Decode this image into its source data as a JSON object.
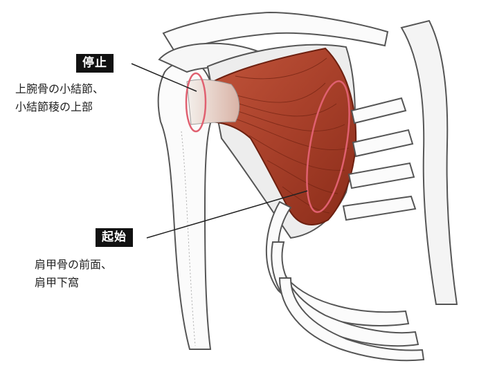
{
  "insertion": {
    "badge": "停止",
    "lines": [
      "上腕骨の小結節、",
      "小結節稜の上部"
    ]
  },
  "origin": {
    "badge": "起始",
    "lines": [
      "肩甲骨の前面、",
      "肩甲下窩"
    ]
  },
  "colors": {
    "muscle": "#a8402a",
    "muscle_dark": "#7a2414",
    "bone_line": "#555555",
    "highlight_ring": "#e06070",
    "badge_bg": "#111111"
  }
}
